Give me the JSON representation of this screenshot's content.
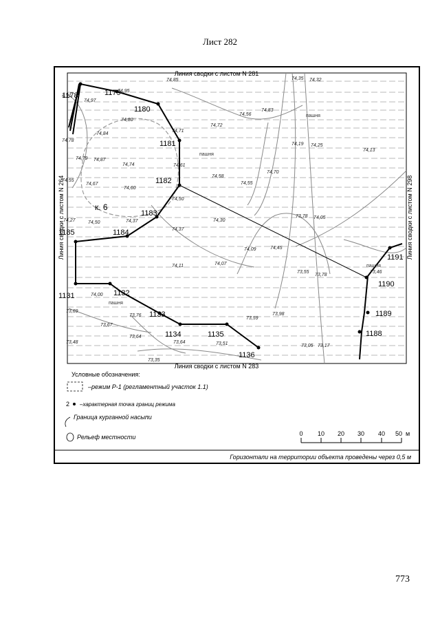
{
  "sheet_title": "Лист 282",
  "page_number": "773",
  "map": {
    "edge_labels": {
      "top": "Линия сводки с листом N 281",
      "bottom": "Линия сводки с листом N 283",
      "left": "Линия сводки с листом N 264",
      "right": "Линия сводки с листом N 298"
    },
    "mound_label": "к. 6",
    "field_labels": [
      "пашня",
      "пашня",
      "пашня",
      "пашня"
    ],
    "boundary_points": [
      {
        "id": "1178",
        "label": "1178"
      },
      {
        "id": "1179",
        "label": "1179"
      },
      {
        "id": "1180",
        "label": "1180"
      },
      {
        "id": "1181",
        "label": "1181"
      },
      {
        "id": "1182",
        "label": "1182"
      },
      {
        "id": "1183",
        "label": "1183"
      },
      {
        "id": "1184",
        "label": "1184"
      },
      {
        "id": "1185",
        "label": "1185"
      },
      {
        "id": "1131",
        "label": "1131"
      },
      {
        "id": "1132",
        "label": "1132"
      },
      {
        "id": "1133",
        "label": "1133"
      },
      {
        "id": "1134",
        "label": "1134"
      },
      {
        "id": "1135",
        "label": "1135"
      },
      {
        "id": "1136",
        "label": "1136"
      },
      {
        "id": "1188",
        "label": "1188"
      },
      {
        "id": "1189",
        "label": "1189"
      },
      {
        "id": "1190",
        "label": "1190"
      },
      {
        "id": "1191",
        "label": "1191"
      }
    ],
    "elevations": [
      "74,85",
      "4,91",
      "74,97",
      "74,95",
      "74,80",
      "74,84",
      "74,78",
      "74,79",
      "74,87",
      "74,74",
      "74,55",
      "74,67",
      "74,60",
      "74,71",
      "74,72",
      "74,56",
      "74,83",
      "74,35",
      "74,32",
      "74,19",
      "74,25",
      "74,13",
      "74,61",
      "74,58",
      "74,55",
      "74,70",
      "74,50",
      "74,37",
      "74,37",
      "74,27",
      "74,50",
      "74,30",
      "73,78",
      "74,05",
      "74,09",
      "74,45",
      "74,11",
      "74,07",
      "73,55",
      "73,78",
      "73,46",
      "74,00",
      "73,69",
      "73,76",
      "73,59",
      "73,98",
      "73,67",
      "73,64",
      "73,64",
      "73,51",
      "73,48",
      "73,05",
      "73,17",
      "73,35"
    ]
  },
  "legend": {
    "title": "Условные обозначения:",
    "items": [
      {
        "label": "–режим Р-1 (регламентный участок 1.1)"
      },
      {
        "label": "–характерная точка границ режима",
        "point_number": "2"
      },
      {
        "label": "Граница курганной насыпи"
      },
      {
        "label": "Рельеф местности"
      }
    ],
    "scale": {
      "ticks": [
        "0",
        "10",
        "20",
        "30",
        "40",
        "50"
      ],
      "unit": "м"
    },
    "note": "Горизонтали на территории объекта проведены через 0,5 м"
  }
}
